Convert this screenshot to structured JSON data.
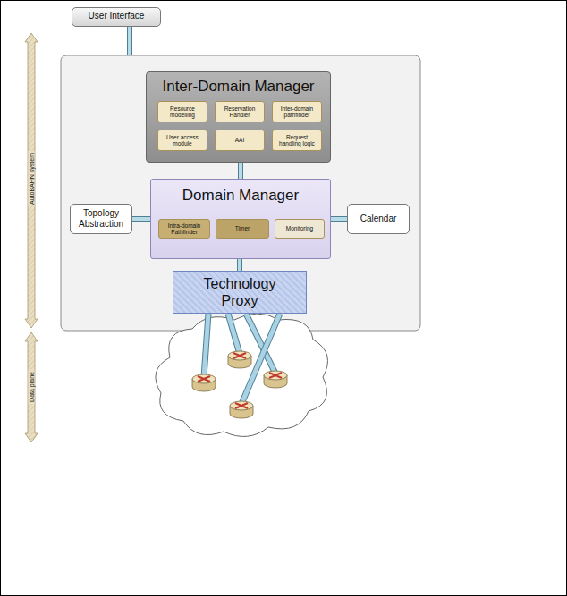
{
  "diagram": {
    "nodes": [
      {
        "text": [
          "User Interface"
        ]
      },
      {
        "text": [
          "Inter-Domain Manager"
        ]
      },
      {
        "text": [
          "Resource modelling"
        ],
        "in": 1
      },
      {
        "text": [
          "Reservation Handler"
        ],
        "in": 1
      },
      {
        "text": [
          "Inter-domain pathfinder"
        ],
        "in": 1
      },
      {
        "text": [
          "User access module"
        ],
        "in": 1
      },
      {
        "text": [
          "AAI"
        ],
        "in": 1
      },
      {
        "text": [
          "Request handling logic"
        ],
        "in": 1
      },
      {
        "text": [
          "Topology Abstraction"
        ]
      },
      {
        "text": [
          "Domain Manager"
        ]
      },
      {
        "text": [
          "Intra-domain Pathfinder"
        ],
        "in": 9
      },
      {
        "text": [
          "Timer"
        ],
        "in": 9
      },
      {
        "text": [
          "Monitoring"
        ],
        "in": 9
      },
      {
        "text": [
          "Calendar"
        ]
      },
      {
        "text": [
          "Technology Proxy"
        ]
      }
    ],
    "edges": [
      {
        "from": 1,
        "to": 9,
        "arrow": "none"
      },
      {
        "from": 8,
        "to": 9,
        "arrow": "none"
      },
      {
        "from": 9,
        "to": 13,
        "arrow": "none"
      },
      {
        "from": 9,
        "to": 14,
        "arrow": "none"
      }
    ],
    "labels": [
      "AutoBAHN system",
      "Data plane"
    ]
  }
}
